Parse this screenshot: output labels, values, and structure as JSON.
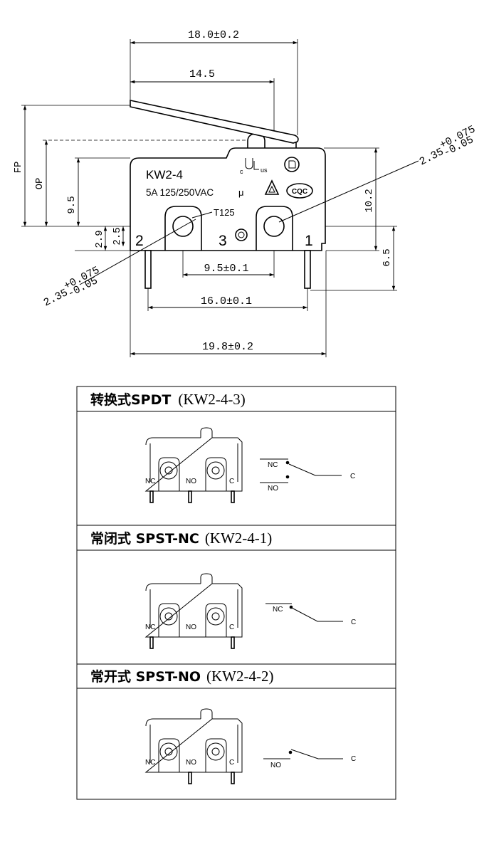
{
  "drawing": {
    "dim_total_length": "18.0±0.2",
    "dim_lever": "14.5",
    "model": "KW2-4",
    "rating": "5A 125/250VAC",
    "micro_mark": "μ",
    "temperature": "T125",
    "terminal_2": "2",
    "terminal_3": "3",
    "terminal_1": "1",
    "fp": "FP",
    "op": "OP",
    "dim_9_5": "9.5",
    "dim_2_9": "2.9",
    "dim_2_5": "2.5",
    "dim_10_2": "10.2",
    "dim_6_5": "6.5",
    "hole": {
      "nominal": "2.35",
      "upper_tol": "+0.075",
      "lower_tol": "-0.05"
    },
    "dim_pitch": "9.5±0.1",
    "dim_pin_span": "16.0±0.1",
    "dim_body": "19.8±0.2",
    "cert": {
      "ul_c": "c",
      "ul_us": "us",
      "cqc": "CQC"
    }
  },
  "table": {
    "rows": [
      {
        "title_main": "转换式SPDT",
        "title_code": "(KW2-4-3)",
        "pin_labels": [
          "NC",
          "NO",
          "C"
        ],
        "schematic": {
          "nc": "NC",
          "no": "NO",
          "common": "C"
        }
      },
      {
        "title_main": "常闭式 SPST-NC",
        "title_code": "(KW2-4-1)",
        "pin_labels": [
          "NC",
          "NO",
          "C"
        ],
        "schematic": {
          "nc": "NC",
          "common": "C"
        }
      },
      {
        "title_main": "常开式 SPST-NO",
        "title_code": "(KW2-4-2)",
        "pin_labels": [
          "NC",
          "NO",
          "C"
        ],
        "schematic": {
          "no": "NO",
          "common": "C"
        }
      }
    ]
  }
}
